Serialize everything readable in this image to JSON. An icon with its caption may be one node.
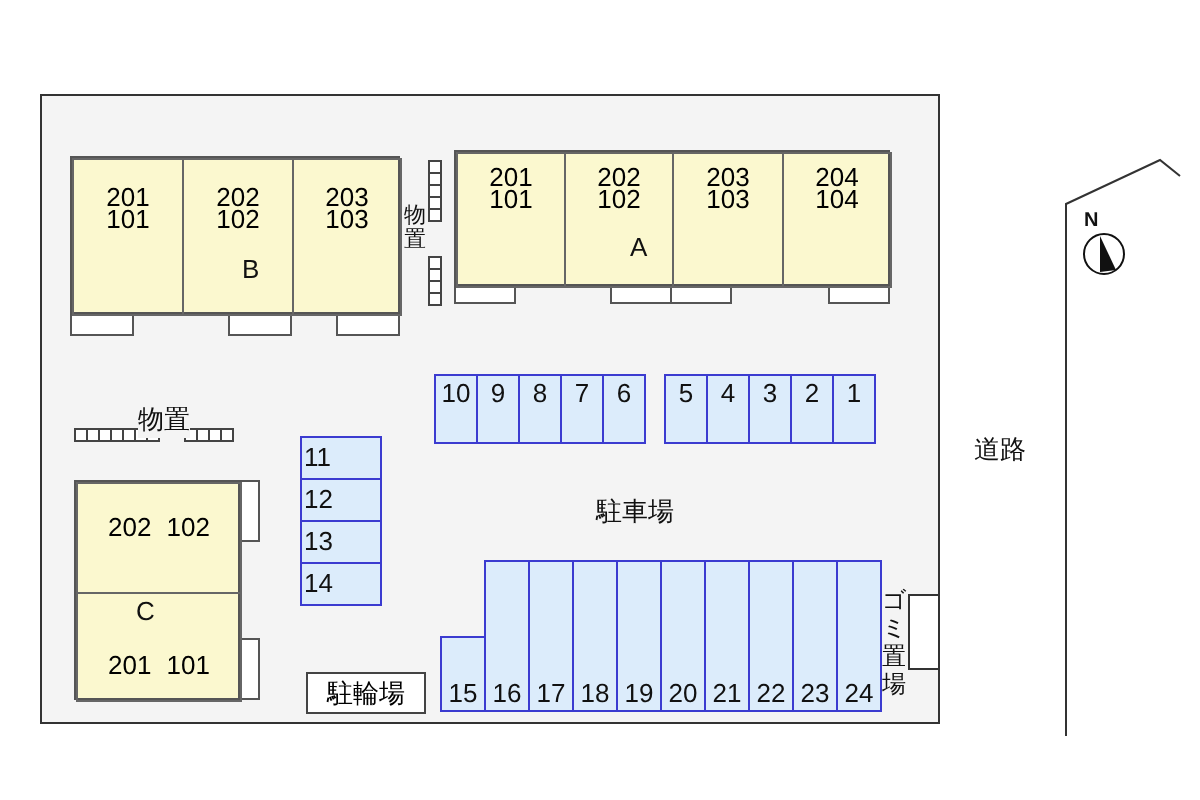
{
  "diagram": {
    "nodes": [
      {
        "text": [],
        "shape": "box"
      },
      {
        "text": [
          "201 101"
        ],
        "in": 0
      },
      {
        "text": [
          "202 102",
          "B"
        ],
        "in": 0
      },
      {
        "text": [
          "203 103"
        ],
        "in": 0
      },
      {
        "text": [],
        "shape": "box"
      },
      {
        "text": [
          "201 101"
        ],
        "in": 4
      },
      {
        "text": [
          "202 102",
          "A"
        ],
        "in": 4
      },
      {
        "text": [
          "203 103"
        ],
        "in": 4
      },
      {
        "text": [
          "204 104"
        ],
        "in": 4
      },
      {
        "text": [],
        "shape": "box"
      },
      {
        "text": [
          "202 102"
        ],
        "in": 9
      },
      {
        "text": [
          "C",
          "201 101"
        ],
        "in": 9
      },
      {
        "text": [
          "10"
        ]
      },
      {
        "text": [
          "9"
        ]
      },
      {
        "text": [
          "8"
        ]
      },
      {
        "text": [
          "7"
        ]
      },
      {
        "text": [
          "6"
        ]
      },
      {
        "text": [
          "5"
        ]
      },
      {
        "text": [
          "4"
        ]
      },
      {
        "text": [
          "3"
        ]
      },
      {
        "text": [
          "2"
        ]
      },
      {
        "text": [
          "1"
        ]
      },
      {
        "text": [
          "11"
        ]
      },
      {
        "text": [
          "12"
        ]
      },
      {
        "text": [
          "13"
        ]
      },
      {
        "text": [
          "14"
        ]
      },
      {
        "text": [
          "15"
        ]
      },
      {
        "text": [
          "16"
        ]
      },
      {
        "text": [
          "17"
        ]
      },
      {
        "text": [
          "18"
        ]
      },
      {
        "text": [
          "19"
        ]
      },
      {
        "text": [
          "20"
        ]
      },
      {
        "text": [
          "21"
        ]
      },
      {
        "text": [
          "22"
        ]
      },
      {
        "text": [
          "23"
        ]
      },
      {
        "text": [
          "24"
        ]
      },
      {
        "text": [
          "駐輪場"
        ]
      },
      {
        "text": [
          "ゴミ置場"
        ]
      }
    ],
    "labels": [
      "物置",
      "物置",
      "駐車場",
      "道路",
      "N"
    ]
  }
}
